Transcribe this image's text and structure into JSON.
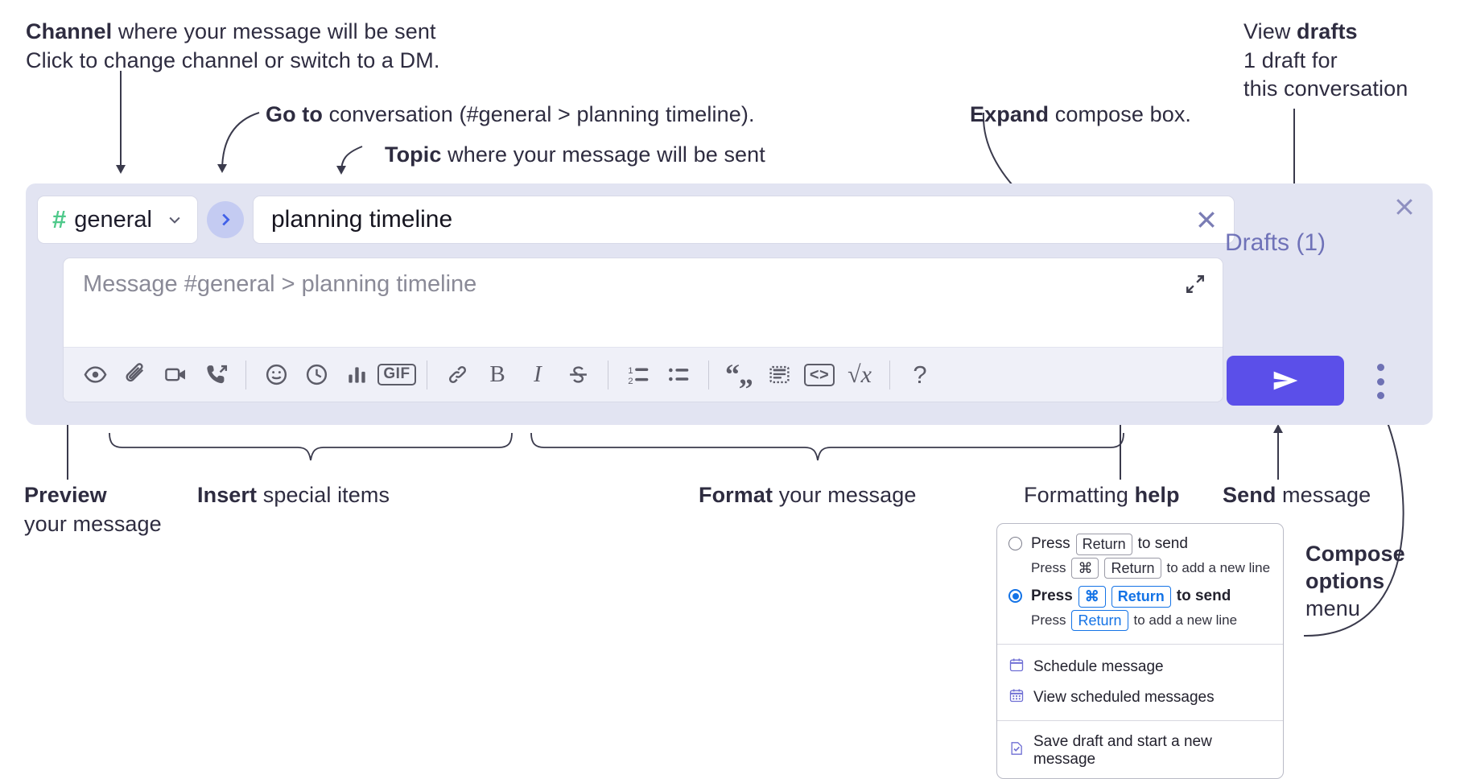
{
  "annotations": {
    "channel": {
      "bold": "Channel",
      "rest": " where your message will be sent",
      "sub": "Click to change channel or switch to a DM."
    },
    "goto": {
      "bold": "Go to",
      "rest": " conversation (#general > planning timeline)."
    },
    "topic": {
      "bold": "Topic",
      "rest": " where your message will be sent"
    },
    "expand": {
      "bold": "Expand",
      "rest": " compose box."
    },
    "drafts": {
      "pre": "View ",
      "bold": "drafts",
      "sub1": "1 draft for",
      "sub2": "this conversation"
    },
    "preview": {
      "bold": "Preview",
      "rest": "your message"
    },
    "insert": {
      "bold": "Insert",
      "rest": " special items"
    },
    "format": {
      "bold": "Format",
      "rest": " your message"
    },
    "help": {
      "pre": "Formatting ",
      "bold": "help"
    },
    "send": {
      "bold": "Send",
      "rest": " message"
    },
    "compose_options": {
      "l1": "Compose",
      "l2": "options",
      "l3": "menu"
    }
  },
  "compose": {
    "channel_name": "general",
    "hash_symbol": "#",
    "topic_value": "planning timeline",
    "message_placeholder": "Message #general > planning timeline",
    "drafts_label": "Drafts (1)",
    "toolbar_items": [
      {
        "name": "preview-icon",
        "kind": "eye"
      },
      {
        "name": "attachment-icon",
        "kind": "paperclip"
      },
      {
        "name": "video-icon",
        "kind": "video"
      },
      {
        "name": "huddle-icon",
        "kind": "phone"
      },
      {
        "name": "emoji-icon",
        "kind": "smiley"
      },
      {
        "name": "reminder-icon",
        "kind": "clock"
      },
      {
        "name": "poll-icon",
        "kind": "bars"
      },
      {
        "name": "gif-icon",
        "kind": "gif",
        "label": "GIF"
      },
      {
        "name": "link-icon",
        "kind": "link"
      },
      {
        "name": "bold-icon",
        "kind": "text",
        "label": "B"
      },
      {
        "name": "italic-icon",
        "kind": "text",
        "label": "I"
      },
      {
        "name": "strikethrough-icon",
        "kind": "strike"
      },
      {
        "name": "ordered-list-icon",
        "kind": "ol"
      },
      {
        "name": "bulleted-list-icon",
        "kind": "ul"
      },
      {
        "name": "blockquote-icon",
        "kind": "quote"
      },
      {
        "name": "code-block-icon",
        "kind": "codeblock"
      },
      {
        "name": "code-icon",
        "kind": "code",
        "label": "<>"
      },
      {
        "name": "math-icon",
        "kind": "math",
        "label": "√x"
      },
      {
        "name": "formatting-help-icon",
        "kind": "text",
        "label": "?"
      }
    ]
  },
  "options_menu": {
    "option1": {
      "pre": "Press",
      "key": "Return",
      "post": "to send",
      "sub_pre": "Press",
      "sub_key1": "⌘",
      "sub_key2": "Return",
      "sub_post": "to add a new line"
    },
    "option2": {
      "pre": "Press",
      "key1": "⌘",
      "key2": "Return",
      "post": "to send",
      "sub_pre": "Press",
      "sub_key": "Return",
      "sub_post": "to add a new line"
    },
    "items": [
      {
        "label": "Schedule message",
        "icon": "calendar-icon"
      },
      {
        "label": "View scheduled messages",
        "icon": "calendar-grid-icon"
      },
      {
        "label": "Save draft and start a new message",
        "icon": "save-draft-icon"
      }
    ]
  },
  "colors": {
    "panel_bg": "#e2e4f2",
    "send_purple": "#5b4fe9",
    "hash_green": "#4ec98a",
    "go_blue": "#4060e8",
    "drafts_text": "#6f72b8",
    "accent_blue": "#1473e6"
  }
}
